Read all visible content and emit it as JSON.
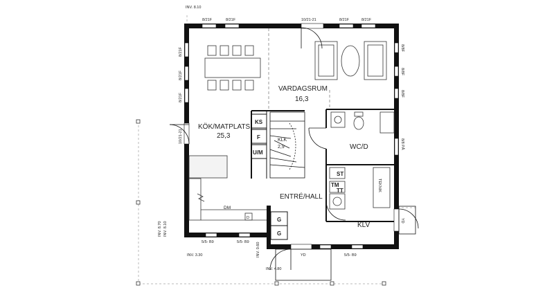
{
  "rooms": {
    "vardagsrum": {
      "name": "VARDAGSRUM",
      "area": "16,3"
    },
    "kok": {
      "name": "KÖK/MATPLATS",
      "area": "25,3"
    },
    "klk": {
      "name": "KLK",
      "area": "2,9"
    },
    "wc": {
      "name": "WC/D"
    },
    "entre": {
      "name": "ENTRÉ/HALL"
    },
    "klv": {
      "name": "KLV"
    }
  },
  "fixtures": {
    "ks": "KS",
    "f": "F",
    "um": "U/M",
    "dm": "DM",
    "st": "ST",
    "tm_tt_a": "TM",
    "tm_tt_b": "TT",
    "teknik": "TEKNIK",
    "g1": "G",
    "g2": "G",
    "d": "D"
  },
  "window_tags": {
    "top1": "8/21F",
    "top2": "8/21F",
    "top_door": "10/21-21",
    "top3": "8/21F",
    "top4": "8/21F",
    "left1": "8/21F",
    "left2": "8/21F",
    "left3": "8/21F",
    "left_door": "10/21-21",
    "right1": "8/8F",
    "right2": "8/8F",
    "right3": "8/8F",
    "right4": "8/8 PÅ",
    "bottom1": "5/5- B9",
    "bottom2": "5/5- B9",
    "bottom3": "5/5- B9",
    "bottom_yd": "YD",
    "right_yd": "YD"
  },
  "dimensions": {
    "inv_top": "INV. 8.10",
    "inv_left_a": "INV. 8.70",
    "inv_left_b": "INV. 8.10",
    "inv_bottom_left": "INV. 3.30",
    "inv_mid_a": "INV. 0.60",
    "inv_mid_b": "INV. 4.80"
  }
}
